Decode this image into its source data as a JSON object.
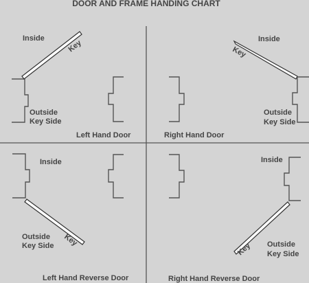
{
  "title": "DOOR AND FRAME HANDING CHART",
  "quadrants": {
    "left_hand": {
      "name": "Left Hand Door",
      "inside": "Inside",
      "outside_line1": "Outside",
      "outside_line2": "Key Side",
      "key": "Key"
    },
    "right_hand": {
      "name": "Right Hand Door",
      "inside": "Inside",
      "outside_line1": "Outside",
      "outside_line2": "Key Side",
      "key": "Key"
    },
    "left_hand_reverse": {
      "name": "Left Hand Reverse Door",
      "inside": "Inside",
      "outside_line1": "Outside",
      "outside_line2": "Key Side",
      "key": "Key"
    },
    "right_hand_reverse": {
      "name": "Right Hand Reverse Door",
      "inside": "Inside",
      "outside_line1": "Outside",
      "outside_line2": "Key Side",
      "key": "Key"
    }
  }
}
